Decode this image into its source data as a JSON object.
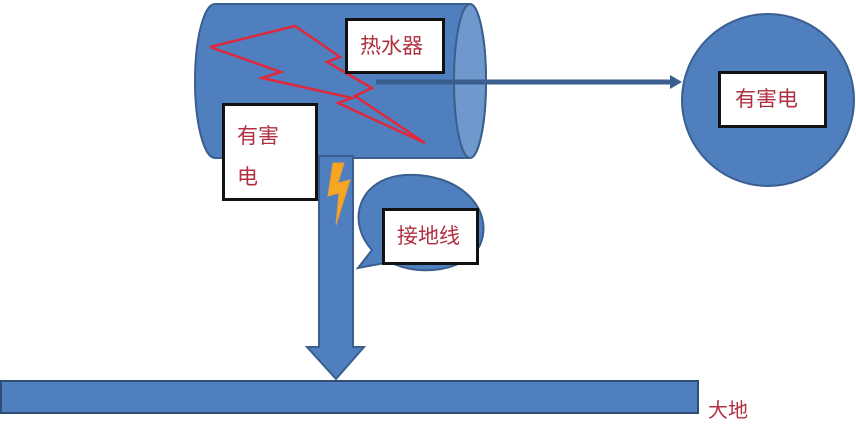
{
  "colors": {
    "shape_fill": "#4f7fbf",
    "shape_stroke": "#3a5f8f",
    "cylinder_cap": "#6f98cc",
    "lightning_red": "#e0283c",
    "text_red": "#b03040",
    "spark_orange": "#f5a623"
  },
  "labels": {
    "heater": "热水器",
    "harmful_current_line1": "有害",
    "harmful_current_line2": "电",
    "ground_wire": "接地线",
    "harmful_current_circle": "有害电",
    "earth": "大地"
  },
  "icons": {
    "lightning": "lightning-bolt-icon",
    "spark": "spark-bolt-icon",
    "arrow_right": "arrow-right-icon",
    "arrow_down": "arrow-down-icon"
  }
}
